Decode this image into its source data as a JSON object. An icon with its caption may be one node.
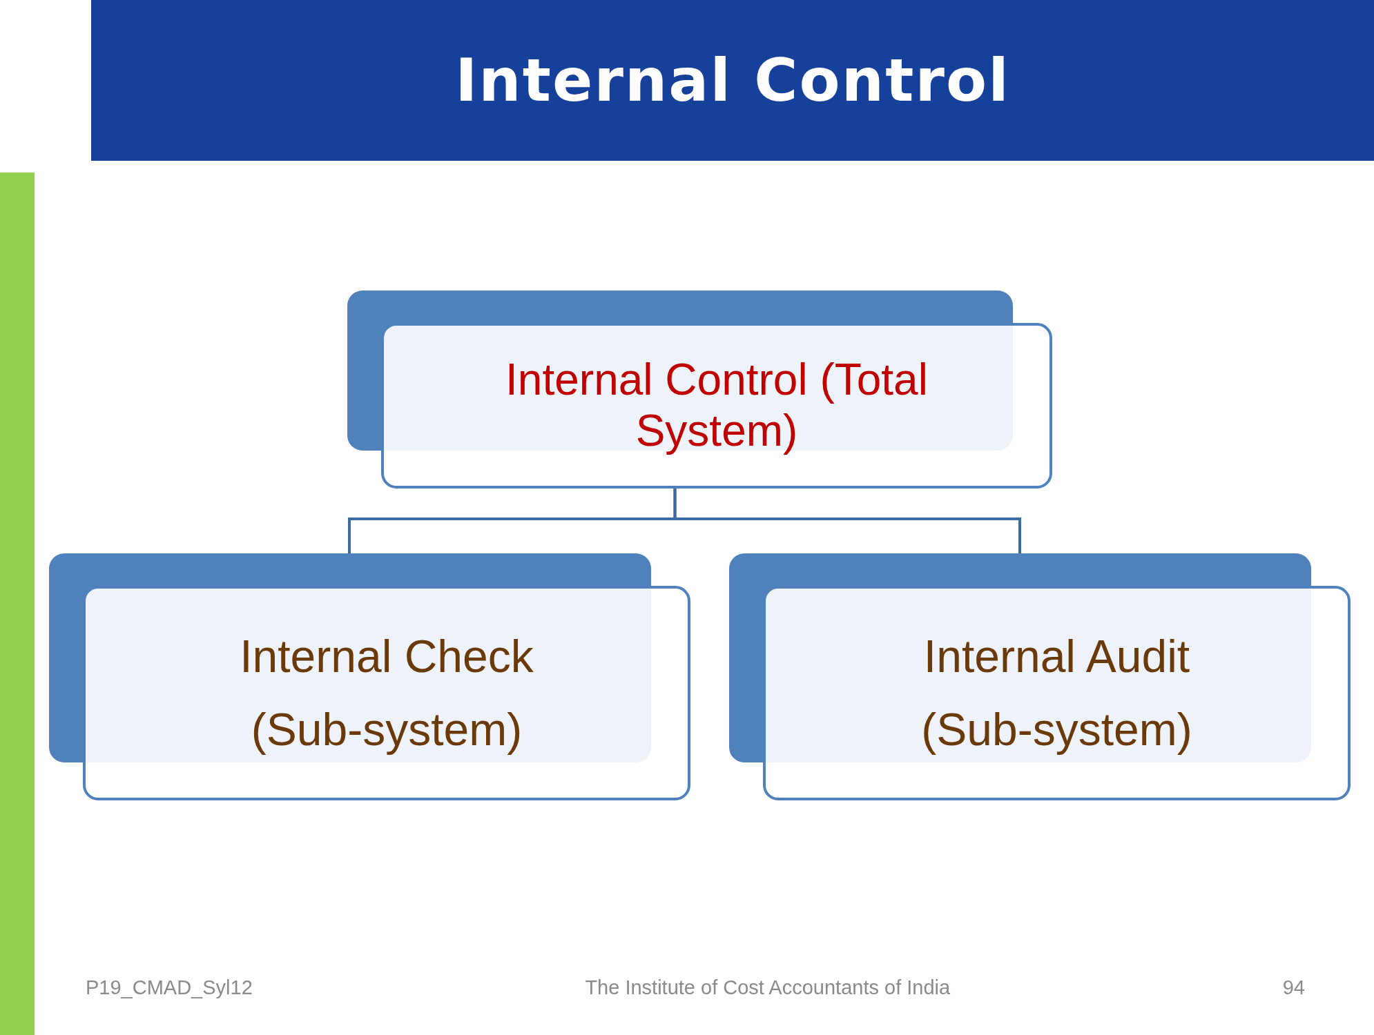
{
  "diagram": {
    "title": "Internal Control",
    "nodes": [
      {
        "text": [
          "Internal Control (Total System)"
        ]
      },
      {
        "text": [
          "Internal Check",
          "(Sub-system)"
        ]
      },
      {
        "text": [
          "Internal Audit",
          "(Sub-system)"
        ]
      }
    ],
    "edges": [
      {
        "from": 0,
        "to": 1,
        "arrow": "none"
      },
      {
        "from": 0,
        "to": 2,
        "arrow": "none"
      }
    ],
    "labels": [
      "P19_CMAD_Syl12",
      "The Institute of Cost Accountants of India",
      "94"
    ]
  }
}
